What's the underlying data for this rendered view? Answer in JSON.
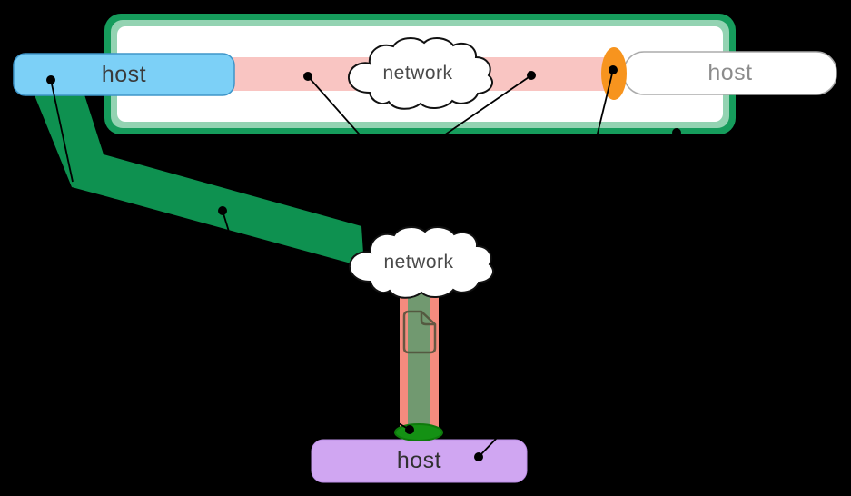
{
  "diagram": {
    "nodes": [
      {
        "id": "host-top-left",
        "label": "host",
        "fill": "#7CD0F7"
      },
      {
        "id": "host-top-right",
        "label": "host",
        "fill": "#FFFFFF"
      },
      {
        "id": "host-bottom",
        "label": "host",
        "fill": "#D0A6F2"
      },
      {
        "id": "network-top",
        "label": "network",
        "fill": "#FFFFFF"
      },
      {
        "id": "network-bottom",
        "label": "network",
        "fill": "#FFFFFF"
      }
    ],
    "colors": {
      "background": "#000000",
      "container_outer_border": "#169C5C",
      "container_inner_border": "#93D3B2",
      "container_fill": "#FFFFFF",
      "pink_pipe": "#F9C5C2",
      "port_marker_orange": "#F7941E",
      "green_pipe": "#0E9150",
      "salmon_pipe": "#F58B7E",
      "data_stream_green": "#719970",
      "socket_marker_green": "#149114",
      "cloud_outline": "#111111",
      "callout_line": "#000000"
    },
    "icons": {
      "cloud_icon": "network-cloud",
      "document_icon": "packet-document",
      "connector_dot": "callout-endpoint-dot"
    }
  }
}
